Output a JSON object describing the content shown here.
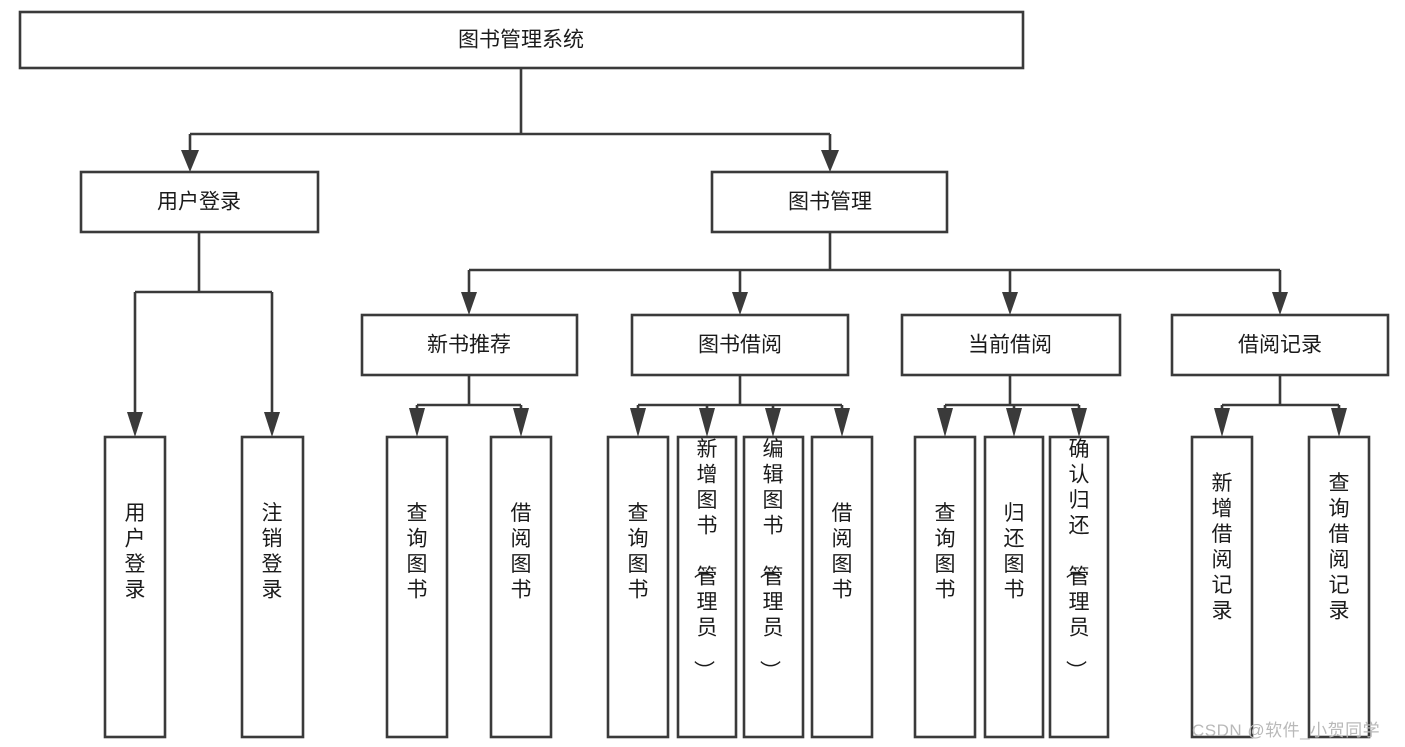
{
  "diagram": {
    "type": "tree-hierarchy",
    "title": "图书管理系统",
    "root": {
      "id": "root",
      "label": "图书管理系统",
      "level": 1,
      "orientation": "horizontal"
    },
    "level2": [
      {
        "id": "user-login",
        "label": "用户登录",
        "level": 2,
        "orientation": "horizontal"
      },
      {
        "id": "book-manage",
        "label": "图书管理",
        "level": 2,
        "orientation": "horizontal"
      }
    ],
    "level3": [
      {
        "id": "new-book-rec",
        "label": "新书推荐",
        "level": 3,
        "orientation": "horizontal",
        "parent": "book-manage"
      },
      {
        "id": "book-borrow",
        "label": "图书借阅",
        "level": 3,
        "orientation": "horizontal",
        "parent": "book-manage"
      },
      {
        "id": "current-borrow",
        "label": "当前借阅",
        "level": 3,
        "orientation": "horizontal",
        "parent": "book-manage"
      },
      {
        "id": "borrow-record",
        "label": "借阅记录",
        "level": 3,
        "orientation": "horizontal",
        "parent": "book-manage"
      }
    ],
    "leaves": [
      {
        "id": "leaf-user-login",
        "label": "用户登录",
        "parent": "user-login",
        "orientation": "vertical"
      },
      {
        "id": "leaf-logout",
        "label": "注销登录",
        "parent": "user-login",
        "orientation": "vertical"
      },
      {
        "id": "leaf-query-book-1",
        "label": "查询图书",
        "parent": "new-book-rec",
        "orientation": "vertical"
      },
      {
        "id": "leaf-borrow-book-1",
        "label": "借阅图书",
        "parent": "new-book-rec",
        "orientation": "vertical"
      },
      {
        "id": "leaf-query-book-2",
        "label": "查询图书",
        "parent": "book-borrow",
        "orientation": "vertical"
      },
      {
        "id": "leaf-add-book",
        "label": "新增图书（管理员）",
        "parent": "book-borrow",
        "orientation": "vertical"
      },
      {
        "id": "leaf-edit-book",
        "label": "编辑图书（管理员）",
        "parent": "book-borrow",
        "orientation": "vertical"
      },
      {
        "id": "leaf-borrow-book-2",
        "label": "借阅图书",
        "parent": "book-borrow",
        "orientation": "vertical"
      },
      {
        "id": "leaf-query-book-3",
        "label": "查询图书",
        "parent": "current-borrow",
        "orientation": "vertical"
      },
      {
        "id": "leaf-return-book",
        "label": "归还图书",
        "parent": "current-borrow",
        "orientation": "vertical"
      },
      {
        "id": "leaf-confirm-return",
        "label": "确认归还（管理员）",
        "parent": "current-borrow",
        "orientation": "vertical"
      },
      {
        "id": "leaf-add-record",
        "label": "新增借阅记录",
        "parent": "borrow-record",
        "orientation": "vertical"
      },
      {
        "id": "leaf-query-record",
        "label": "查询借阅记录",
        "parent": "borrow-record",
        "orientation": "vertical"
      }
    ],
    "colors": {
      "stroke": "#3a3a3a",
      "fill": "#ffffff",
      "text": "#1b1b1b",
      "background": "#ffffff",
      "watermark": "#b9b9b9"
    }
  },
  "watermark": {
    "text": "CSDN @软件_小贺同学"
  }
}
